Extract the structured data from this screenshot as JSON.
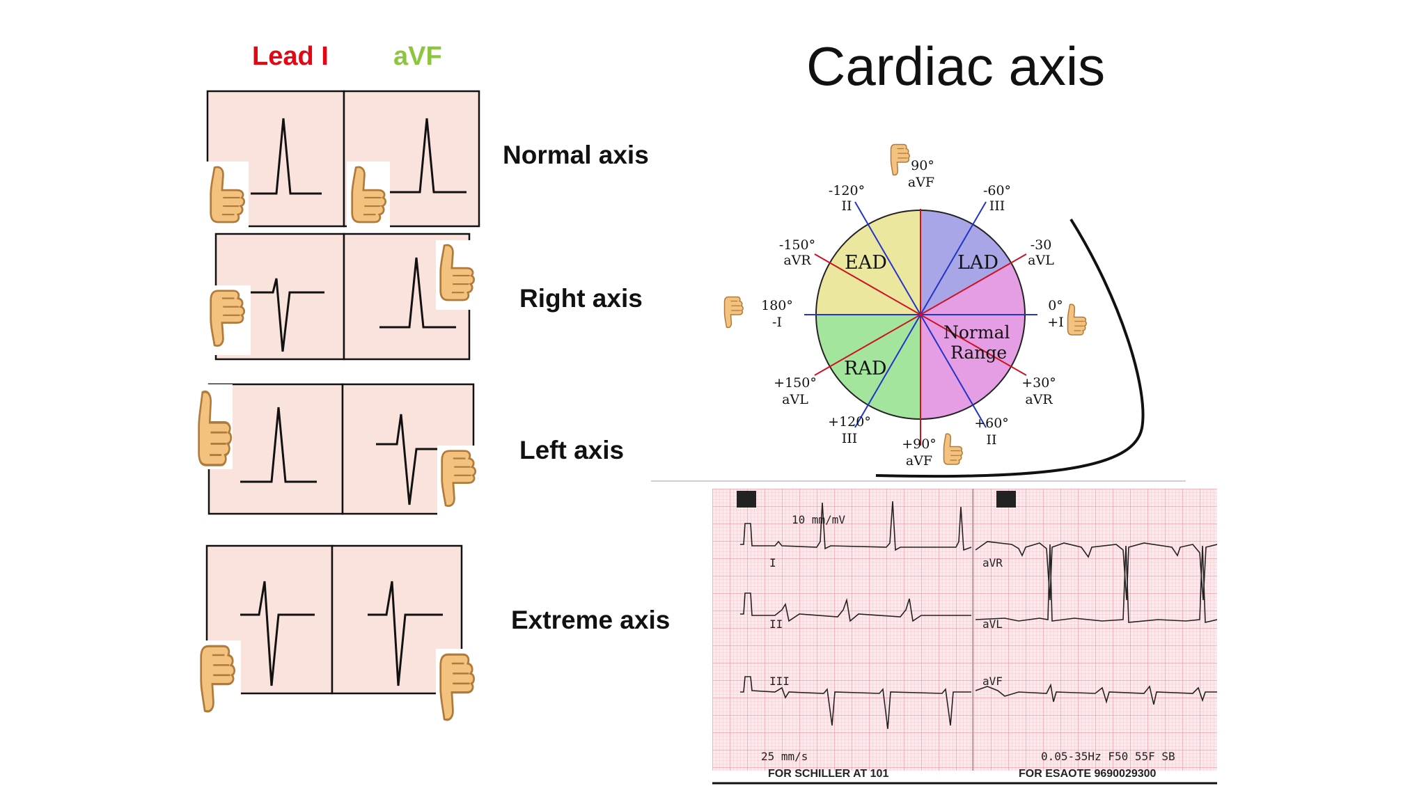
{
  "title": "Cardiac axis",
  "headers": {
    "lead_i": "Lead I",
    "avf": "aVF"
  },
  "colors": {
    "lead_i": "#e30613",
    "avf": "#8cc63f",
    "panel": "#fbe3dd",
    "thumb": "#f2c27e"
  },
  "rows": [
    {
      "label": "Normal axis",
      "lead_i_thumb": "up",
      "avf_thumb": "up"
    },
    {
      "label": "Right axis",
      "lead_i_thumb": "down",
      "avf_thumb": "up"
    },
    {
      "label": "Left axis",
      "lead_i_thumb": "up",
      "avf_thumb": "down"
    },
    {
      "label": "Extreme axis",
      "lead_i_thumb": "down",
      "avf_thumb": "down"
    }
  ],
  "hexaxial": {
    "regions": {
      "ead": "EAD",
      "lad": "LAD",
      "rad": "RAD",
      "normal_1": "Normal",
      "normal_2": "Range"
    },
    "region_colors": {
      "ead": "#ece79e",
      "lad": "#a9a6e8",
      "normal": "#e59ee3",
      "rad": "#a4e59e"
    },
    "labels": {
      "top_deg": "90°",
      "top_lead": "aVF",
      "m120_deg": "-120°",
      "m120_lead": "II",
      "m60_deg": "-60°",
      "m60_lead": "III",
      "m150_deg": "-150°",
      "m150_lead": "aVR",
      "m30_deg": "-30",
      "m30_lead": "aVL",
      "d180_deg": "180°",
      "d180_lead": "-I",
      "d0_deg": "0°",
      "d0_lead": "+I",
      "p150_deg": "+150°",
      "p150_lead": "aVL",
      "p30_deg": "+30°",
      "p30_lead": "aVR",
      "p120_deg": "+120°",
      "p120_lead": "III",
      "p60_deg": "+60°",
      "p60_lead": "II",
      "p90_deg": "+90°",
      "p90_lead": "aVF"
    }
  },
  "ecg": {
    "gain": "10 mm/mV",
    "leads_left": [
      "I",
      "II",
      "III"
    ],
    "leads_right": [
      "aVR",
      "aVL",
      "aVF"
    ],
    "speed": "25 mm/s",
    "filter": "0.05-35Hz  F50 55F SB",
    "footer_left": "FOR SCHILLER AT 101",
    "footer_right": "FOR ESAOTE 9690029300"
  }
}
